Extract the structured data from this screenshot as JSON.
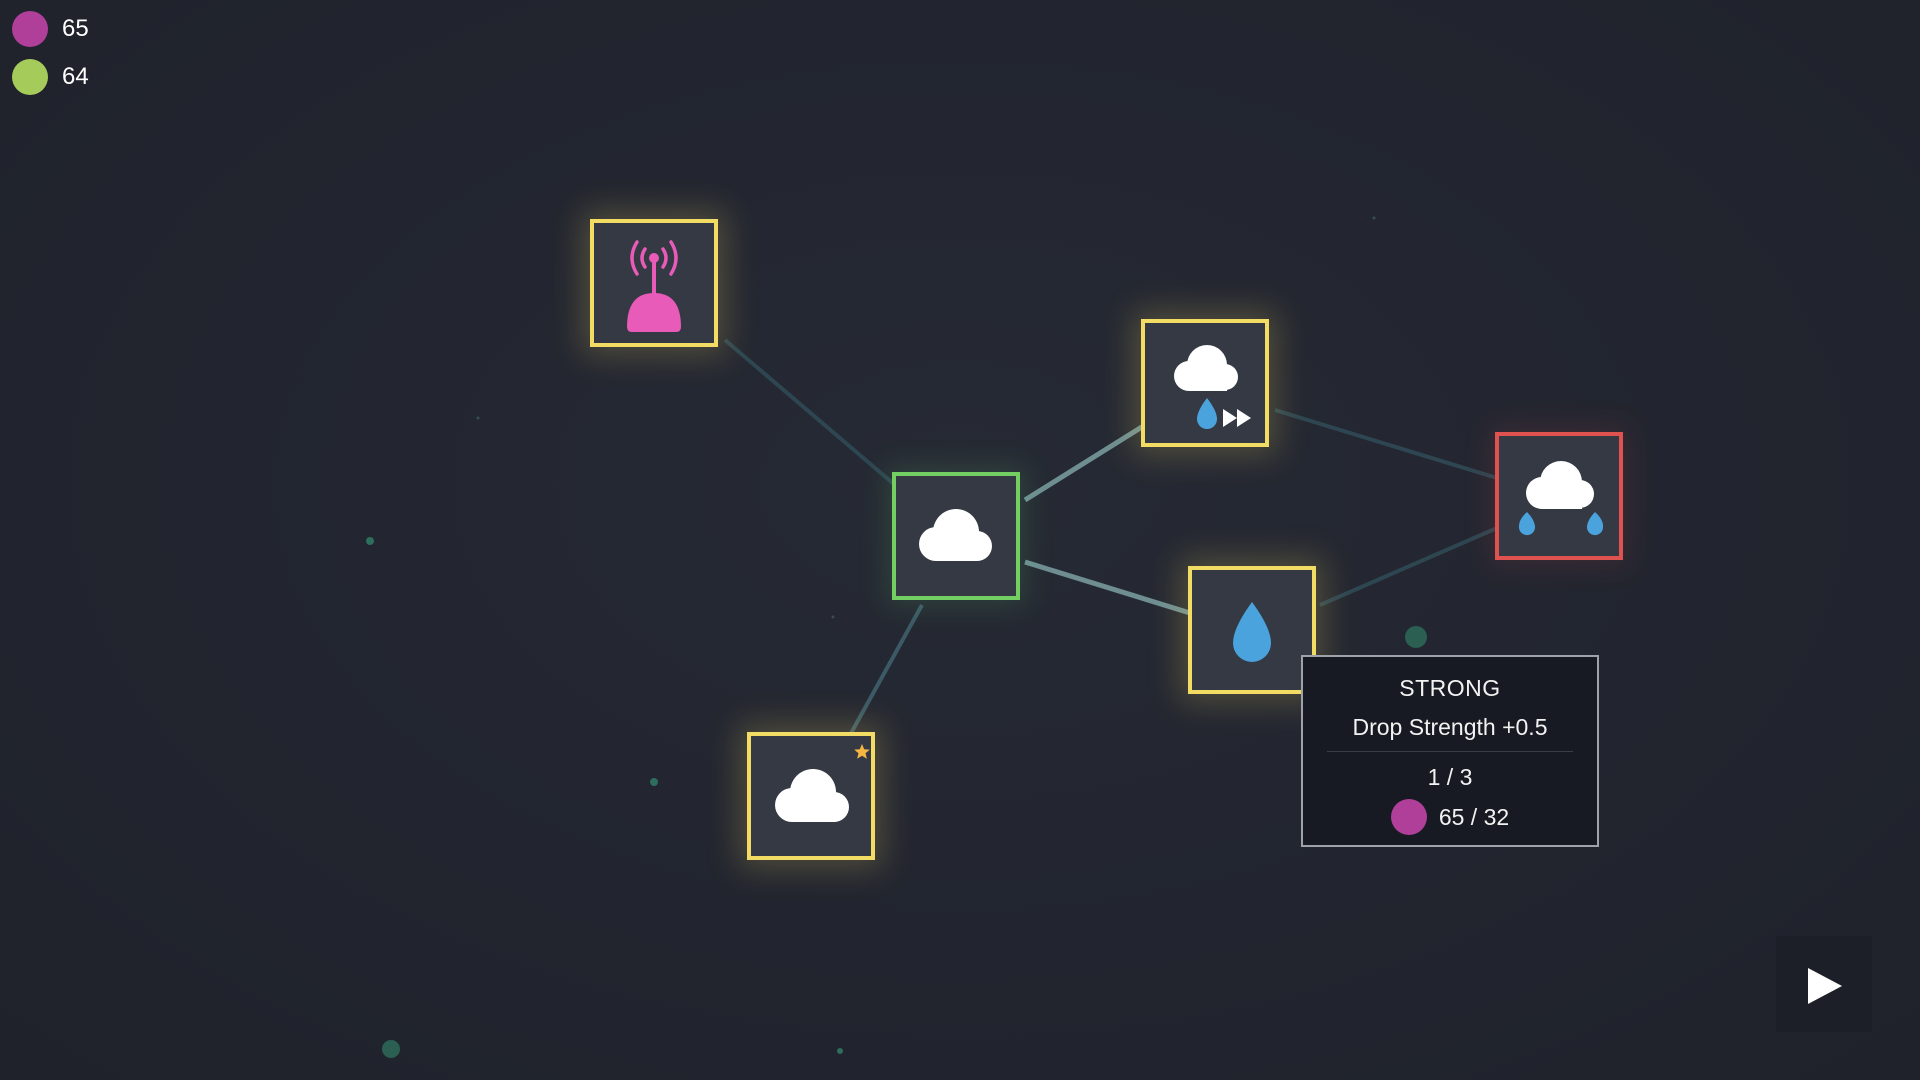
{
  "currencies": [
    {
      "value": "65",
      "color": "#b03f9a",
      "icon": "purple-orb-icon"
    },
    {
      "value": "64",
      "color": "#a5cc5a",
      "icon": "green-orb-icon"
    }
  ],
  "nodes": [
    {
      "id": "antenna-node",
      "icon": "antenna-dome-icon",
      "state": "available",
      "border": "#f3dc64"
    },
    {
      "id": "cloud-root-node",
      "icon": "cloud-icon",
      "state": "owned",
      "border": "#74cf62"
    },
    {
      "id": "rain-speed-node",
      "icon": "cloud-rain-fast-forward-icon",
      "state": "available",
      "border": "#f3dc64"
    },
    {
      "id": "double-drop-node",
      "icon": "cloud-double-drop-icon",
      "state": "locked",
      "border": "#e0524f"
    },
    {
      "id": "drop-strength-node",
      "icon": "water-drop-icon",
      "state": "available",
      "border": "#f3dc64"
    },
    {
      "id": "star-cloud-node",
      "icon": "cloud-star-icon",
      "state": "available",
      "border": "#f3dc64"
    }
  ],
  "tooltip": {
    "title": "STRONG",
    "description": "Drop Strength +0.5",
    "level": "1 / 3",
    "cost": "65 / 32",
    "cost_color": "#b03f9a"
  },
  "play_button": {
    "icon": "play-icon"
  },
  "colors": {
    "background": "#22252f",
    "node_fill": "#353944",
    "available_border": "#f3dc64",
    "owned_border": "#74cf62",
    "locked_border": "#e0524f",
    "drop_blue": "#4aa3dc",
    "antenna_pink": "#e85bb8"
  }
}
